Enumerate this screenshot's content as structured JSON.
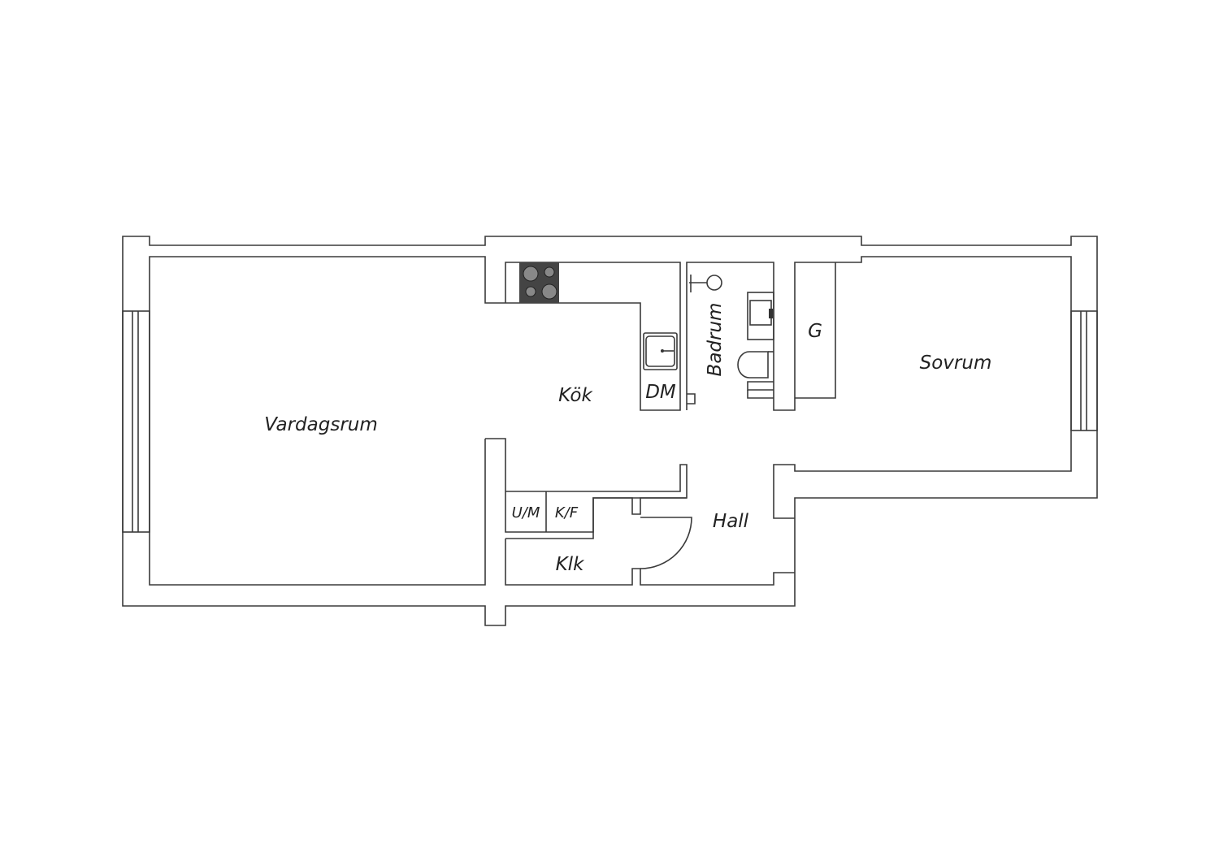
{
  "floorplan": {
    "rooms": {
      "living_room": "Vardagsrum",
      "kitchen": "Kök",
      "dishwasher": "DM",
      "bathroom": "Badrum",
      "wardrobe": "G",
      "bedroom": "Sovrum",
      "hall": "Hall",
      "closet": "Klk",
      "washer_dryer": "U/M",
      "fridge_freezer": "K/F"
    },
    "colors": {
      "walls": "#3a3a3a",
      "stove": "#444444"
    }
  }
}
